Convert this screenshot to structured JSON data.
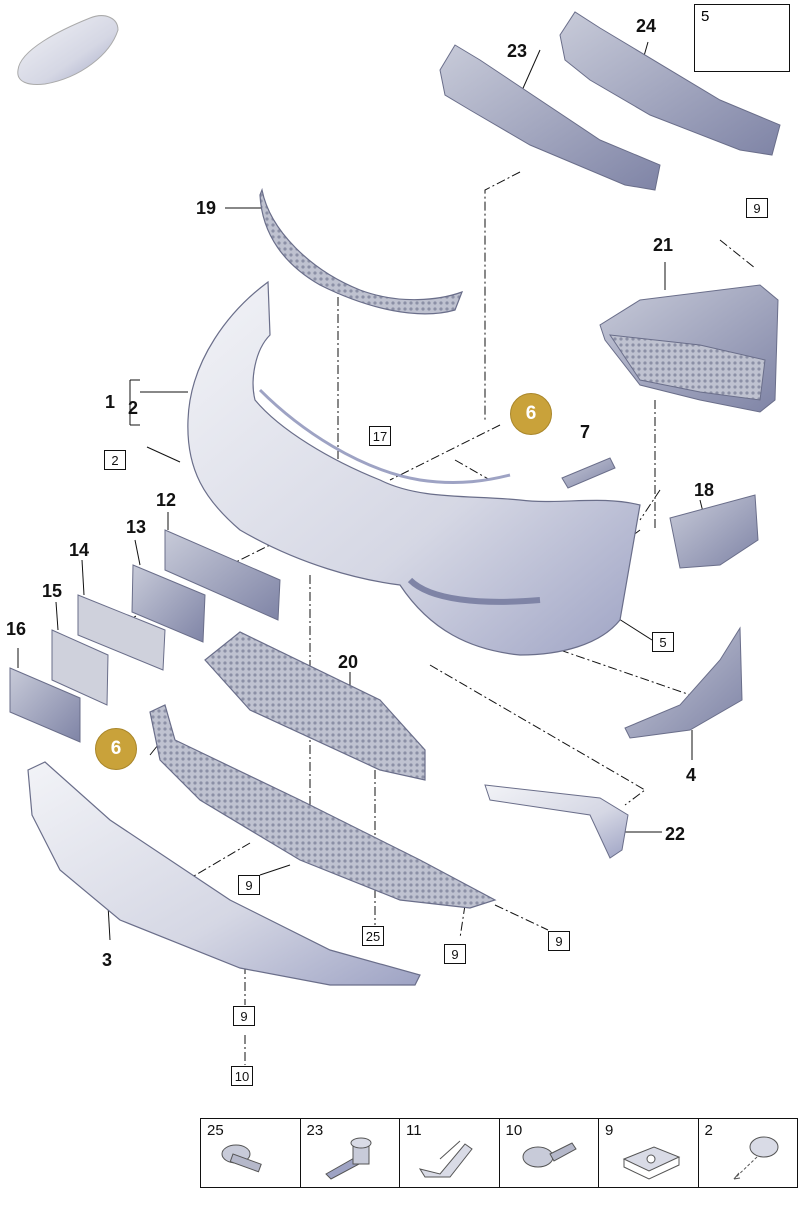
{
  "diagram": {
    "part_labels": [
      "23",
      "24",
      "19",
      "21",
      "1",
      "2",
      "7",
      "18",
      "12",
      "13",
      "14",
      "15",
      "16",
      "20",
      "4",
      "3",
      "22"
    ],
    "boxed_labels": [
      "9",
      "17",
      "2",
      "5",
      "9",
      "25",
      "9",
      "9",
      "9",
      "10"
    ],
    "callouts": [
      "6",
      "6"
    ],
    "inset": {
      "number": "5",
      "icon": "tape-roll-icon"
    },
    "legend": [
      {
        "number": "25",
        "icon": "push-rivet-icon"
      },
      {
        "number": "23",
        "icon": "screw-clip-icon"
      },
      {
        "number": "11",
        "icon": "spring-clip-icon"
      },
      {
        "number": "10",
        "icon": "expansion-rivet-icon"
      },
      {
        "number": "9",
        "icon": "speed-nut-icon"
      },
      {
        "number": "2",
        "icon": "cap-plug-icon"
      }
    ],
    "colors": {
      "callout": "#c9a23a",
      "part_fill": "#d9dbe6",
      "part_shade": "#9ea3c4"
    }
  }
}
